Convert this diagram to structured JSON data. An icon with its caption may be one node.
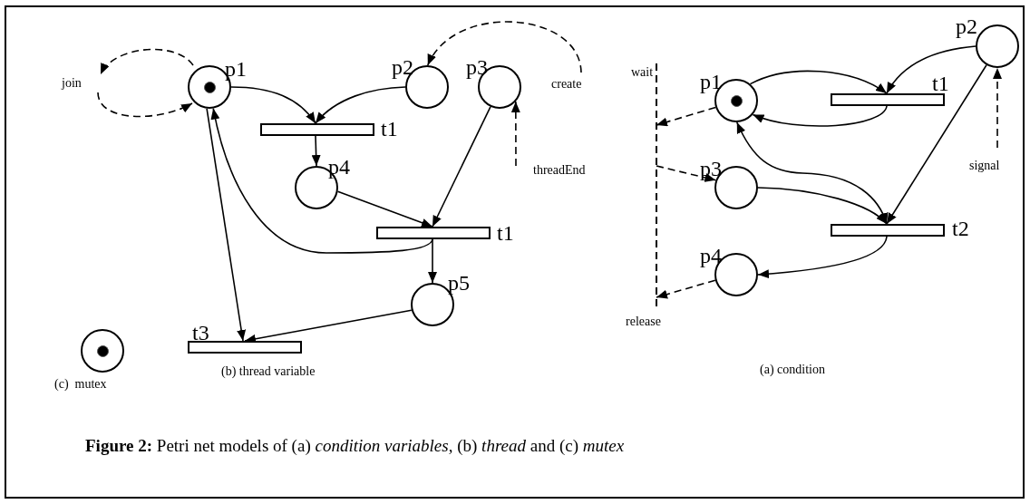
{
  "diagram": {
    "caption": "**Figure 2:** Petri net models of (a) *condition variables*, (b) *thread* and (c) *mutex*",
    "nodes": [
      {
        "text": [
          "join"
        ]
      },
      {
        "text": [
          "p1"
        ]
      },
      {
        "text": [
          "p2"
        ]
      },
      {
        "text": [
          "p3"
        ]
      },
      {
        "text": [
          "create"
        ]
      },
      {
        "text": [
          "t1"
        ]
      },
      {
        "text": [
          "p4"
        ]
      },
      {
        "text": [
          "threadEnd"
        ]
      },
      {
        "text": [
          "t1"
        ]
      },
      {
        "text": [
          "p5"
        ]
      },
      {
        "text": [
          "t3"
        ]
      },
      {
        "text": [],
        "shape": "circle"
      },
      {
        "text": [
          "wait",
          "release"
        ]
      },
      {
        "text": [
          "p1"
        ]
      },
      {
        "text": [
          "t1"
        ]
      },
      {
        "text": [
          "p2"
        ]
      },
      {
        "text": [
          "signal"
        ]
      },
      {
        "text": [
          "p3"
        ]
      },
      {
        "text": [
          "t2"
        ]
      },
      {
        "text": [
          "p4"
        ]
      }
    ],
    "edges": [
      {
        "from": 1,
        "to": 0,
        "arrow": "to",
        "style": "dashed"
      },
      {
        "from": 0,
        "to": 1,
        "arrow": "to",
        "style": "dashed"
      },
      {
        "from": 1,
        "to": 5,
        "arrow": "to"
      },
      {
        "from": 2,
        "to": 5,
        "arrow": "to"
      },
      {
        "from": 5,
        "to": 6,
        "arrow": "to"
      },
      {
        "from": 6,
        "to": 8,
        "arrow": "to"
      },
      {
        "from": 3,
        "to": 8,
        "arrow": "to"
      },
      {
        "from": 8,
        "to": 1,
        "arrow": "to"
      },
      {
        "from": 8,
        "to": 9,
        "arrow": "to"
      },
      {
        "from": 9,
        "to": 10,
        "arrow": "to"
      },
      {
        "from": 1,
        "to": 10,
        "arrow": "to"
      },
      {
        "from": 4,
        "to": 2,
        "arrow": "to",
        "style": "dashed"
      },
      {
        "from": 7,
        "to": 3,
        "arrow": "to",
        "style": "dashed"
      },
      {
        "from": 13,
        "to": 14,
        "arrow": "to"
      },
      {
        "from": 15,
        "to": 14,
        "arrow": "to"
      },
      {
        "from": 14,
        "to": 13,
        "arrow": "to"
      },
      {
        "from": 13,
        "to": 12,
        "arrow": "to",
        "style": "dashed"
      },
      {
        "from": 12,
        "to": 17,
        "arrow": "to",
        "style": "dashed"
      },
      {
        "from": 17,
        "to": 18,
        "arrow": "to"
      },
      {
        "from": 13,
        "to": 18,
        "arrow": "both"
      },
      {
        "from": 15,
        "to": 18,
        "arrow": "to"
      },
      {
        "from": 18,
        "to": 19,
        "arrow": "to"
      },
      {
        "from": 19,
        "to": 12,
        "arrow": "to",
        "style": "dashed"
      },
      {
        "from": 16,
        "to": 15,
        "arrow": "to",
        "style": "dashed"
      }
    ],
    "labels": [
      "(c)  mutex",
      "(b) thread variable",
      "(a) condition"
    ]
  }
}
